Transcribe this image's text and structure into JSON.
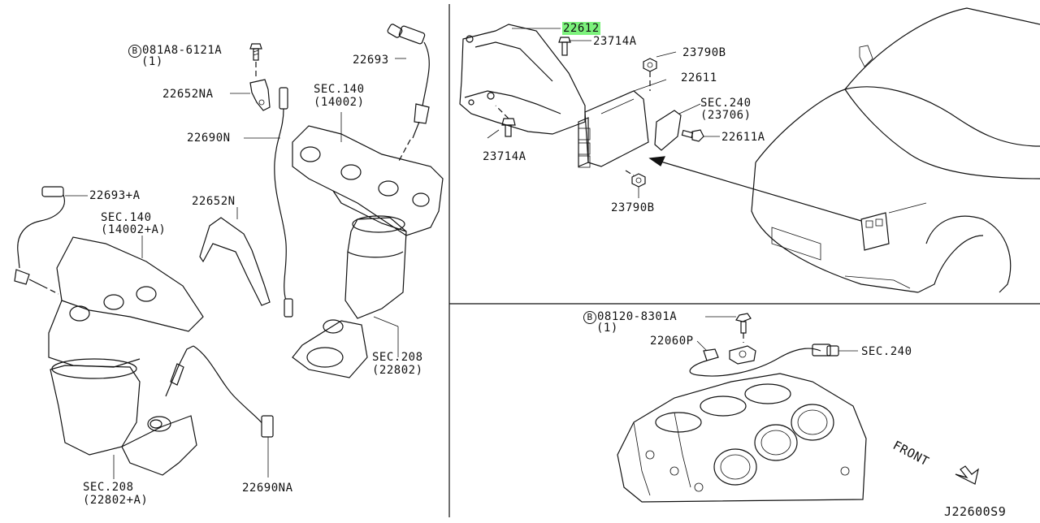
{
  "labels": {
    "bolt_a_code": "081A8-6121A",
    "bolt_a_prefix": "B",
    "bolt_a_qty": "(1)",
    "bracket_22652NA": "22652NA",
    "sensor_22690N": "22690N",
    "sec140_top": "SEC.140",
    "sec140_top_ref": "(14002)",
    "sensor_22693": "22693",
    "sensor_22693A": "22693+A",
    "sec140_left": "SEC.140",
    "sec140_left_ref": "(14002+A)",
    "bracket_22652N": "22652N",
    "sec208_right": "SEC.208",
    "sec208_right_ref": "(22802)",
    "sec208_left": "SEC.208",
    "sec208_left_ref": "(22802+A)",
    "sensor_22690NA": "22690NA",
    "ecm_bracket_22612": "22612",
    "screw_23714A_top": "23714A",
    "screw_23714A_left": "23714A",
    "nut_23790B_top": "23790B",
    "nut_23790B_bottom": "23790B",
    "ecm_22611": "22611",
    "sec240_top": "SEC.240",
    "sec240_top_ref": "(23706)",
    "bolt_22611A": "22611A",
    "bolt_b_prefix": "B",
    "bolt_b_code": "08120-8301A",
    "bolt_b_qty": "(1)",
    "knock_sensor_22060P": "22060P",
    "sec240_bottom": "SEC.240",
    "front": "FRONT",
    "diagram_code": "J22600S9"
  },
  "colors": {
    "highlight": "#7cf27c",
    "ink": "#111111",
    "background": "#ffffff"
  }
}
